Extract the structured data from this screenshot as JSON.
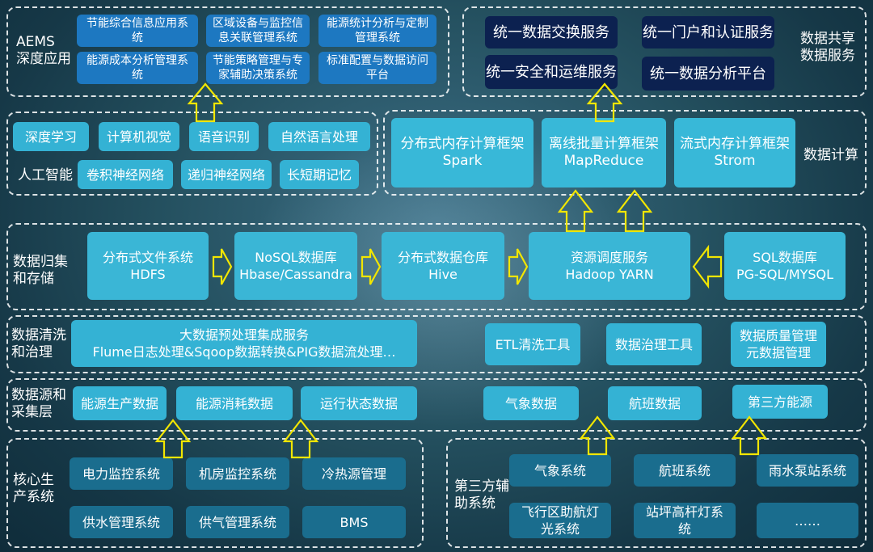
{
  "layers": {
    "aems": {
      "label": "AEMS\n深度应用",
      "items": [
        "节能综合信息应用系统",
        "区域设备与监控信息关联管理系统",
        "能源统计分析与定制管理系统",
        "能源成本分析管理系统",
        "节能策略管理与专家辅助决策系统",
        "标准配置与数据访问平台"
      ]
    },
    "sharing": {
      "label": "数据共享\n数据服务",
      "items": [
        "统一数据交换服务",
        "统一门户和认证服务",
        "统一安全和运维服务",
        "统一数据分析平台"
      ]
    },
    "ai": {
      "label": "人工智能",
      "items": [
        "深度学习",
        "计算机视觉",
        "语音识别",
        "自然语言处理",
        "卷积神经网络",
        "递归神经网络",
        "长短期记忆"
      ]
    },
    "compute": {
      "label": "数据计算",
      "items": [
        {
          "title": "分布式内存计算框架",
          "sub": "Spark"
        },
        {
          "title": "离线批量计算框架",
          "sub": "MapReduce"
        },
        {
          "title": "流式内存计算框架",
          "sub": "Strom"
        }
      ]
    },
    "storage": {
      "label": "数据归集\n和存储",
      "items": [
        {
          "title": "分布式文件系统",
          "sub": "HDFS"
        },
        {
          "title": "NoSQL数据库",
          "sub": "Hbase/Cassandra"
        },
        {
          "title": "分布式数据仓库",
          "sub": "Hive"
        },
        {
          "title": "资源调度服务",
          "sub": "Hadoop YARN"
        },
        {
          "title": "SQL数据库",
          "sub": "PG-SQL/MYSQL"
        }
      ]
    },
    "cleaning": {
      "label": "数据清洗\n和治理",
      "main": {
        "title": "大数据预处理集成服务",
        "sub": "Flume日志处理&Sqoop数据转换&PIG数据流处理…"
      },
      "items": [
        "ETL清洗工具",
        "数据治理工具",
        "数据质量管理\n元数据管理"
      ]
    },
    "sources": {
      "label": "数据源和\n采集层",
      "items": [
        "能源生产数据",
        "能源消耗数据",
        "运行状态数据",
        "气象数据",
        "航班数据",
        "第三方能源"
      ]
    },
    "core": {
      "label": "核心生\n产系统",
      "items": [
        "电力监控系统",
        "机房监控系统",
        "冷热源管理",
        "供水管理系统",
        "供气管理系统",
        "BMS"
      ]
    },
    "third": {
      "label": "第三方辅\n助系统",
      "items": [
        "气象系统",
        "航班系统",
        "雨水泵站系统",
        "飞行区助航灯\n光系统",
        "站坪高杆灯系\n统",
        "……"
      ]
    }
  },
  "colors": {
    "arrow": "#f2e600",
    "panel_border": "#ffffff"
  }
}
